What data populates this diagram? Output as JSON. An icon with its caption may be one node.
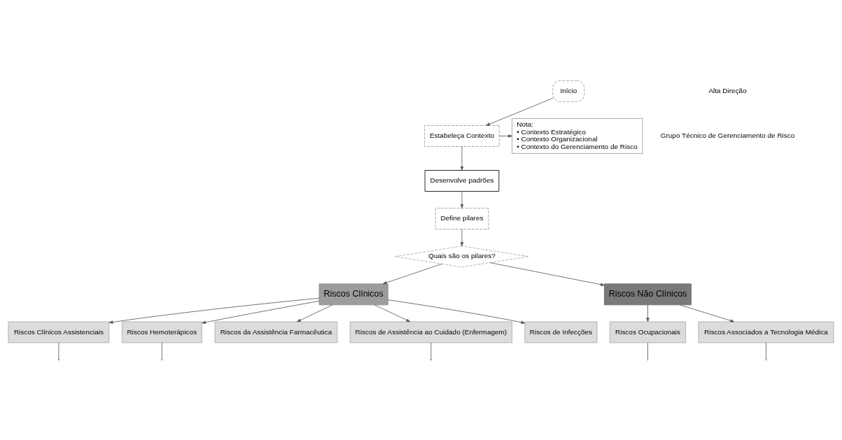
{
  "diagram": {
    "nodes": [
      {
        "text": [
          "Início"
        ]
      },
      {
        "text": [
          "Estabeleça Contexto"
        ]
      },
      {
        "text": [
          "Nota:",
          "• Contexto Estratégico",
          "• Contexto Organizacional",
          "• Contexto do Gerenciamento de Risco"
        ]
      },
      {
        "text": [
          "Desenvolve padrões"
        ]
      },
      {
        "text": [
          "Define pilares"
        ]
      },
      {
        "text": [
          "Quais são os pilares?"
        ]
      },
      {
        "text": [
          "Riscos Clínicos"
        ]
      },
      {
        "text": [
          "Riscos Não Clínicos"
        ]
      },
      {
        "text": [
          "Riscos Clínicos Assistenciais"
        ]
      },
      {
        "text": [
          "Riscos Hemoterápicos"
        ]
      },
      {
        "text": [
          "Riscos da Assistência Farmacêutica"
        ]
      },
      {
        "text": [
          "Riscos de Assistência ao Cuidado (Enfermagem)"
        ]
      },
      {
        "text": [
          "Riscos de Infecções"
        ]
      },
      {
        "text": [
          "Riscos Ocupacionais"
        ]
      },
      {
        "text": [
          "Riscos Associados a Tecnologia Médica"
        ]
      }
    ],
    "edges": [
      {
        "from": 0,
        "to": 1,
        "arrow": "to"
      },
      {
        "from": 1,
        "to": 2,
        "arrow": "to"
      },
      {
        "from": 1,
        "to": 3,
        "arrow": "to"
      },
      {
        "from": 3,
        "to": 4,
        "arrow": "to"
      },
      {
        "from": 4,
        "to": 5,
        "arrow": "to"
      },
      {
        "from": 5,
        "to": 6,
        "arrow": "to"
      },
      {
        "from": 5,
        "to": 7,
        "arrow": "to"
      },
      {
        "from": 6,
        "to": 8,
        "arrow": "to"
      },
      {
        "from": 6,
        "to": 9,
        "arrow": "to"
      },
      {
        "from": 6,
        "to": 10,
        "arrow": "to"
      },
      {
        "from": 6,
        "to": 11,
        "arrow": "to"
      },
      {
        "from": 6,
        "to": 12,
        "arrow": "to"
      },
      {
        "from": 7,
        "to": 13,
        "arrow": "to"
      },
      {
        "from": 7,
        "to": 14,
        "arrow": "to"
      },
      {
        "from": 8,
        "to": null,
        "arrow": "none"
      },
      {
        "from": 9,
        "to": null,
        "arrow": "none"
      },
      {
        "from": 11,
        "to": null,
        "arrow": "none"
      },
      {
        "from": 13,
        "to": null,
        "arrow": "none"
      },
      {
        "from": 14,
        "to": null,
        "arrow": "none"
      }
    ],
    "labels": [
      "Alta Direção",
      "Grupo Técnico de Gerenciamento de Risco"
    ]
  }
}
